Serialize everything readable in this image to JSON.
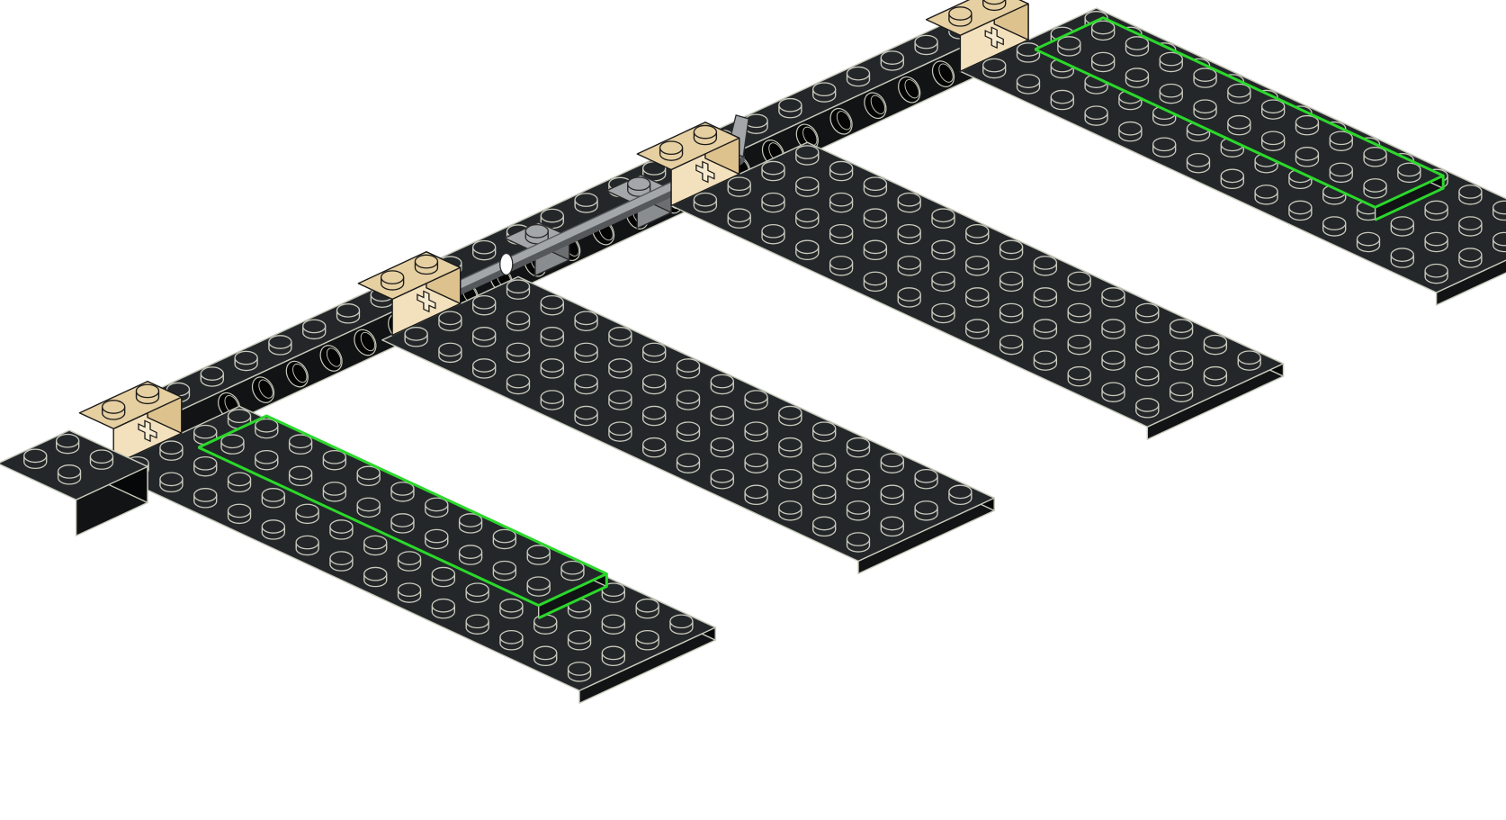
{
  "diagram": {
    "kind": "building-instruction-step",
    "colors": {
      "background": "#ffffff",
      "black_top": "#24272a",
      "black_left": "#111315",
      "black_right": "#060708",
      "outline": "#c8cabc",
      "tan_top": "#e6cfa1",
      "tan_left": "#f3e1bd",
      "tan_right": "#ddc28e",
      "grey_top": "#a4a7aa",
      "grey_left": "#8a8d90",
      "grey_right": "#6c6f72",
      "highlight": "#2bd82b"
    },
    "parts": {
      "beam": {
        "label": "",
        "color": "black",
        "studs": 30
      },
      "plates": [
        {
          "label": "",
          "color": "black",
          "studs_long": 14,
          "studs_wide": 4
        },
        {
          "label": "",
          "color": "black",
          "studs_long": 14,
          "studs_wide": 4
        },
        {
          "label": "",
          "color": "black",
          "studs_long": 14,
          "studs_wide": 4
        },
        {
          "label": "",
          "color": "black",
          "studs_long": 14,
          "studs_wide": 4
        }
      ],
      "new_plates": [
        {
          "label": "",
          "color": "black",
          "studs_long": 10,
          "studs_wide": 2,
          "highlighted": true
        },
        {
          "label": "",
          "color": "black",
          "studs_long": 10,
          "studs_wide": 2,
          "highlighted": true
        }
      ],
      "axle_bricks": [
        {
          "label": "",
          "color": "tan",
          "studs": 2
        },
        {
          "label": "",
          "color": "tan",
          "studs": 2
        },
        {
          "label": "",
          "color": "tan",
          "studs": 2
        },
        {
          "label": "",
          "color": "tan",
          "studs": 2
        }
      ],
      "linkage": {
        "label": "",
        "color": "light-bluish-grey"
      }
    }
  }
}
